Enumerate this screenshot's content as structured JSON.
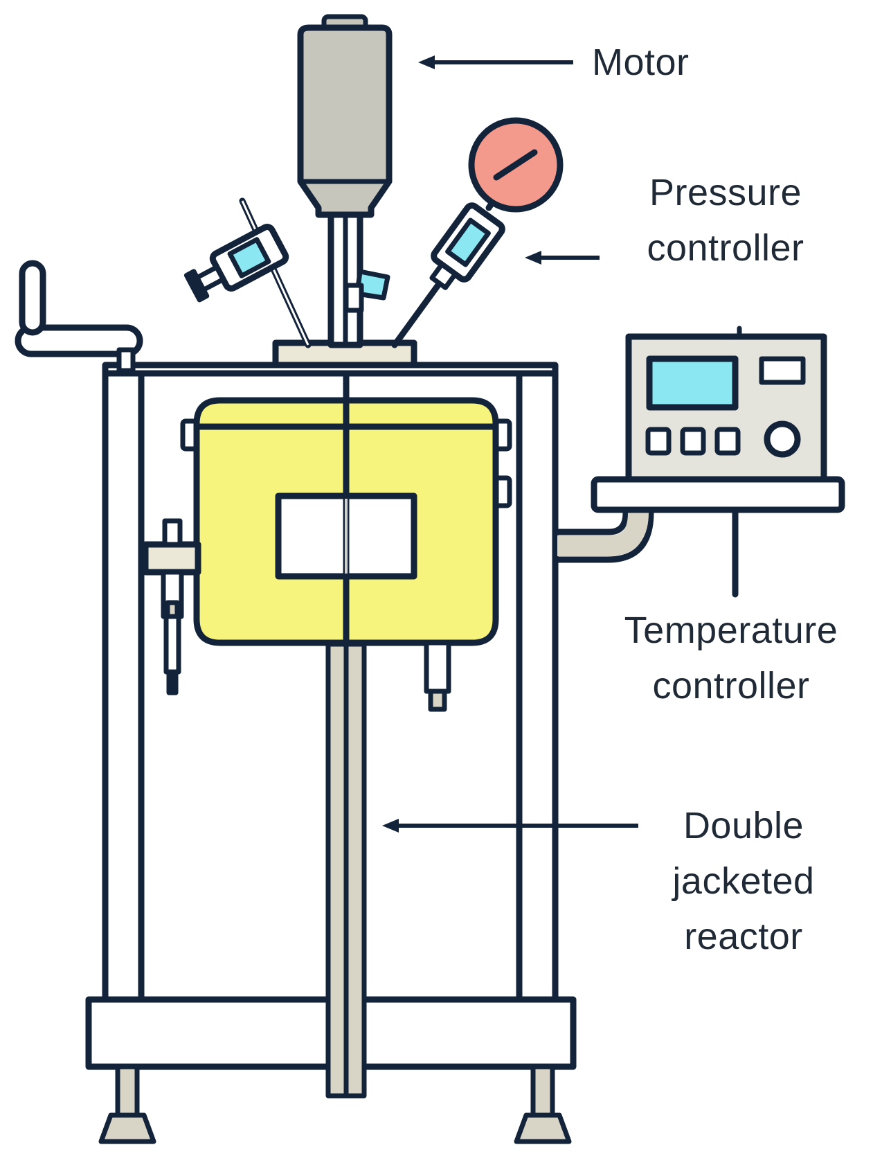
{
  "labels": {
    "motor": "Motor",
    "pressure_controller": [
      "Pressure",
      "controller"
    ],
    "temperature_controller": [
      "Temperature",
      "controller"
    ],
    "double_jacketed_reactor": [
      "Double",
      "jacketed",
      "reactor"
    ]
  },
  "colors": {
    "outline": "#13233a",
    "motor_body": "#c7c6bc",
    "shaft": "#d9d5c6",
    "vessel": "#f7f47e",
    "gauge": "#f49a8c",
    "screen": "#8be8f3",
    "controller_panel": "#e4e4dc",
    "frame": "#ffffff"
  }
}
